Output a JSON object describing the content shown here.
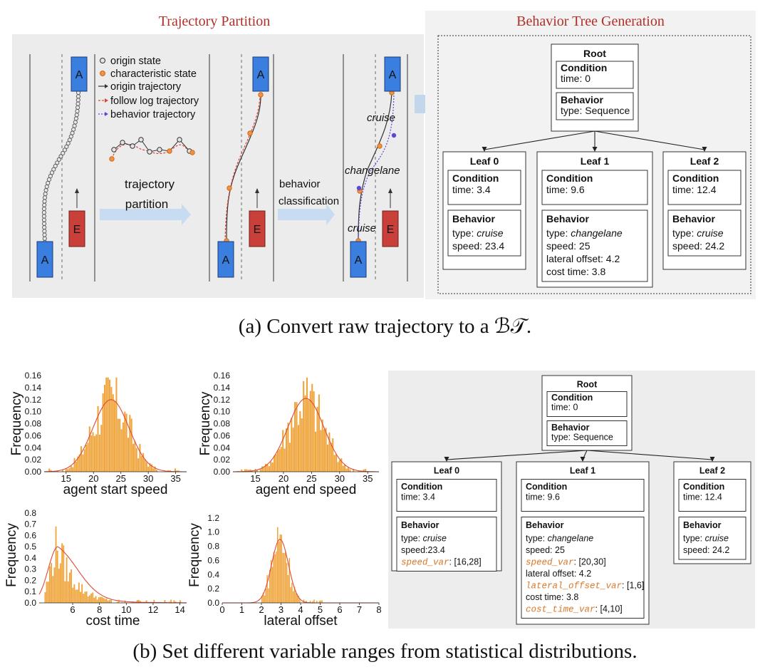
{
  "panel_a": {
    "partition_title": "Trajectory Partition",
    "bt_title": "Behavior Tree Generation",
    "legend": [
      "origin state",
      "characteristic state",
      "origin trajectory",
      "follow log trajectory",
      "behavior trajectory"
    ],
    "car_agent": "A",
    "car_ego": "E",
    "step1_label_line1": "trajectory",
    "step1_label_line2": "partition",
    "step2_label_line1": "behavior",
    "step2_label_line2": "classification",
    "behavior_labels": [
      "cruise",
      "changelane",
      "cruise"
    ],
    "caption": "(a)  Convert raw trajectory to a ℬ𝒯."
  },
  "bt_a": {
    "root": {
      "title": "Root",
      "cond_title": "Condition",
      "cond": "time: 0",
      "beh_title": "Behavior",
      "beh": "type: Sequence"
    },
    "leaves": [
      {
        "title": "Leaf 0",
        "cond_title": "Condition",
        "cond": "time: 3.4",
        "beh_title": "Behavior",
        "type_prefix": "type: ",
        "type_val": "cruise",
        "lines": [
          "speed: 23.4"
        ]
      },
      {
        "title": "Leaf 1",
        "cond_title": "Condition",
        "cond": "time: 9.6",
        "beh_title": "Behavior",
        "type_prefix": "type: ",
        "type_val": "changelane",
        "lines": [
          "speed: 25",
          "lateral offset: 4.2",
          "cost time: 3.8"
        ]
      },
      {
        "title": "Leaf 2",
        "cond_title": "Condition",
        "cond": "time: 12.4",
        "beh_title": "Behavior",
        "type_prefix": "type: ",
        "type_val": "cruise",
        "lines": [
          "speed: 24.2"
        ]
      }
    ]
  },
  "bt_b": {
    "root": {
      "title": "Root",
      "cond_title": "Condition",
      "cond": "time: 0",
      "beh_title": "Behavior",
      "beh": "type: Sequence"
    },
    "leaves": [
      {
        "title": "Leaf 0",
        "cond_title": "Condition",
        "cond": "time: 3.4",
        "beh_title": "Behavior",
        "type_prefix": "type: ",
        "type_val": "cruise",
        "lines": [
          {
            "t": "speed:23.4"
          },
          {
            "v": "speed_var",
            "r": ": [16,28]"
          }
        ]
      },
      {
        "title": "Leaf 1",
        "cond_title": "Condition",
        "cond": "time: 9.6",
        "beh_title": "Behavior",
        "type_prefix": "type: ",
        "type_val": "changelane",
        "lines": [
          {
            "t": "speed: 25"
          },
          {
            "v": "speed_var",
            "r": ": [20,30]"
          },
          {
            "t": "lateral offset: 4.2"
          },
          {
            "v": "lateral_offset_var",
            "r": ": [1,6]"
          },
          {
            "t": "cost time: 3.8"
          },
          {
            "v": "cost_time_var",
            "r": ": [4,10]"
          }
        ]
      },
      {
        "title": "Leaf 2",
        "cond_title": "Condition",
        "cond": "time: 12.4",
        "beh_title": "Behavior",
        "type_prefix": "type: ",
        "type_val": "cruise",
        "lines": [
          {
            "t": "speed: 24.2"
          }
        ]
      }
    ],
    "var_color": "#d9782a"
  },
  "chart_data": [
    {
      "type": "bar",
      "xlabel": "agent start speed",
      "ylabel": "Frequency",
      "xlim": [
        11,
        37
      ],
      "ylim": [
        0,
        0.16
      ],
      "xticks": [
        15,
        20,
        25,
        30,
        35
      ],
      "yticks": [
        0.0,
        0.02,
        0.04,
        0.06,
        0.08,
        0.1,
        0.12,
        0.14,
        0.16
      ],
      "fit": {
        "mean": 23.2,
        "sd": 3.3,
        "peak": 0.12
      },
      "bar_color": "#f0a53c",
      "fit_color": "#e04a3a"
    },
    {
      "type": "bar",
      "xlabel": "agent end speed",
      "ylabel": "Frequency",
      "xlim": [
        11,
        37
      ],
      "ylim": [
        0,
        0.16
      ],
      "xticks": [
        15,
        20,
        25,
        30,
        35
      ],
      "yticks": [
        0.0,
        0.02,
        0.04,
        0.06,
        0.08,
        0.1,
        0.12,
        0.14,
        0.16
      ],
      "fit": {
        "mean": 24,
        "sd": 3.2,
        "peak": 0.122
      },
      "bar_color": "#f0a53c",
      "fit_color": "#e04a3a"
    },
    {
      "type": "bar",
      "xlabel": "cost time",
      "ylabel": "Frequency",
      "xlim": [
        3.5,
        14.5
      ],
      "ylim": [
        0,
        0.85
      ],
      "xticks": [
        6,
        8,
        10,
        12,
        14
      ],
      "yticks": [
        0.0,
        0.1,
        0.2,
        0.3,
        0.4,
        0.5,
        0.6,
        0.7,
        0.8
      ],
      "fit": {
        "mean": 4.9,
        "sd": 0.9,
        "peak": 0.5
      },
      "bar_color": "#f0a53c",
      "fit_color": "#e04a3a"
    },
    {
      "type": "bar",
      "xlabel": "lateral offset",
      "ylabel": "Frequency",
      "xlim": [
        0,
        8
      ],
      "ylim": [
        0,
        1.35
      ],
      "xticks": [
        0,
        1,
        2,
        3,
        4,
        5,
        6,
        7,
        8
      ],
      "yticks": [
        0.0,
        0.2,
        0.4,
        0.6,
        0.8,
        1.0,
        1.2
      ],
      "fit": {
        "mean": 2.95,
        "sd": 0.43,
        "peak": 0.9
      },
      "bar_color": "#f0a53c",
      "fit_color": "#e04a3a"
    }
  ],
  "caption_b": "(b)  Set different variable ranges from statistical distributions."
}
